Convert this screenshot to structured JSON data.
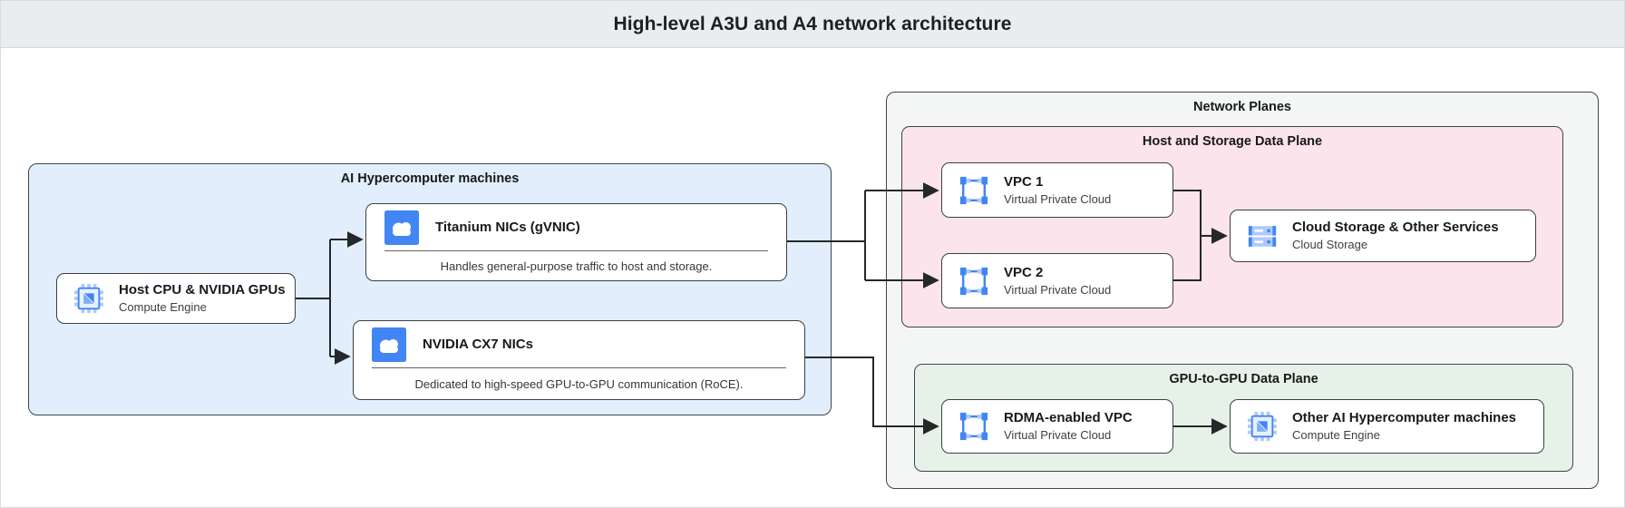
{
  "header": {
    "title": "High-level A3U and A4 network architecture"
  },
  "groups": {
    "ai_machines": {
      "label": "AI Hypercomputer machines"
    },
    "network_planes": {
      "label": "Network Planes"
    },
    "host_storage_plane": {
      "label": "Host and Storage Data Plane"
    },
    "gpu_plane": {
      "label": "GPU-to-GPU Data Plane"
    }
  },
  "nodes": {
    "host_cpu": {
      "title": "Host CPU & NVIDIA GPUs",
      "subtitle": "Compute Engine",
      "icon": "compute-engine-icon"
    },
    "titanium_nics": {
      "title": "Titanium NICs (gVNIC)",
      "description": "Handles general-purpose traffic to host and storage.",
      "icon": "nic-cloud-icon"
    },
    "nvidia_cx7_nics": {
      "title": "NVIDIA CX7 NICs",
      "description": "Dedicated to high-speed GPU-to-GPU communication (RoCE).",
      "icon": "nic-cloud-icon"
    },
    "vpc1": {
      "title": "VPC 1",
      "subtitle": "Virtual Private Cloud",
      "icon": "vpc-icon"
    },
    "vpc2": {
      "title": "VPC 2",
      "subtitle": "Virtual Private Cloud",
      "icon": "vpc-icon"
    },
    "cloud_storage": {
      "title": "Cloud Storage & Other Services",
      "subtitle": "Cloud Storage",
      "icon": "cloud-storage-icon"
    },
    "rdma_vpc": {
      "title": "RDMA-enabled VPC",
      "subtitle": "Virtual Private Cloud",
      "icon": "vpc-icon"
    },
    "other_machines": {
      "title": "Other AI Hypercomputer machines",
      "subtitle": "Compute Engine",
      "icon": "compute-engine-icon"
    }
  },
  "colors": {
    "brand_blue": "#4285f4",
    "brand_blue_light": "#aecbfa",
    "machines_fill": "#e2eefb",
    "network_planes_fill": "#f4f5f5",
    "host_storage_plane_fill": "#fbe4ec",
    "gpu_plane_fill": "#e6f2e8",
    "connector": "#25282b",
    "box_border": "#3a3f44",
    "header_bg": "#e9edf0"
  }
}
